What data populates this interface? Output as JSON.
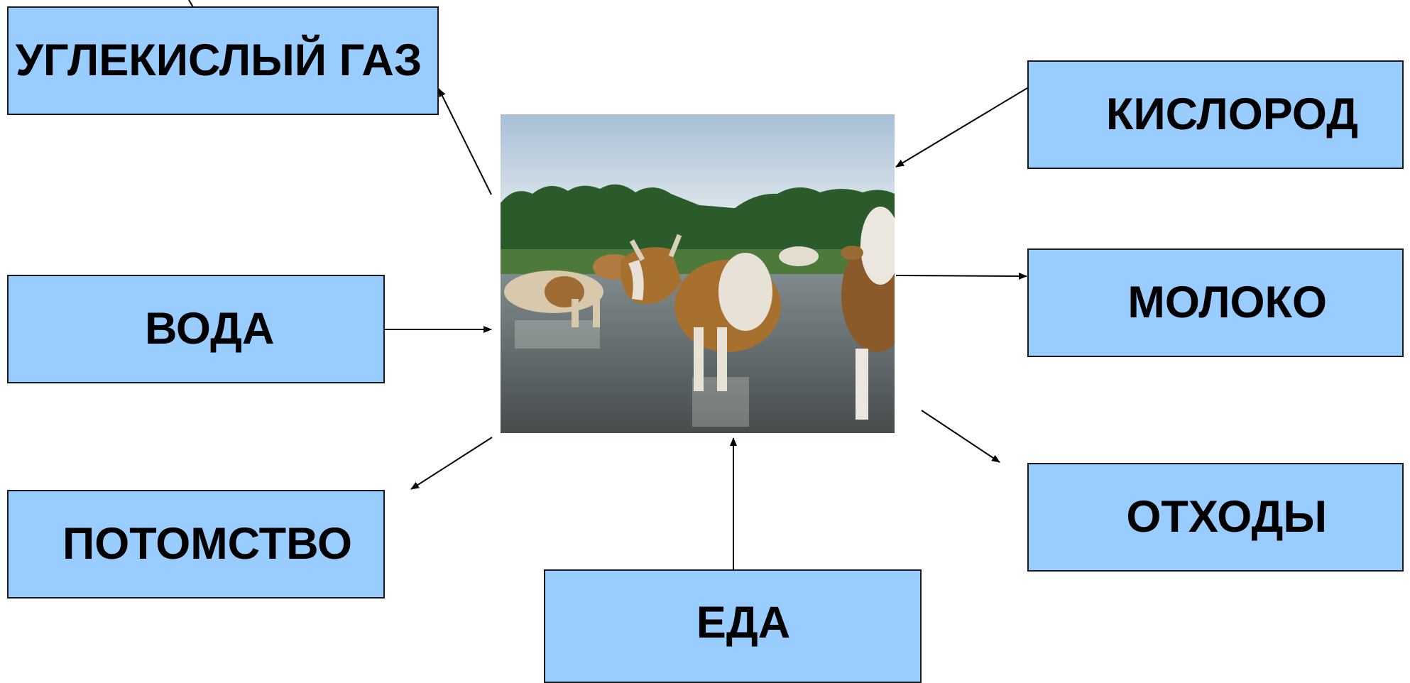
{
  "boxes": {
    "carbon_dioxide": "УГЛЕКИСЛЫЙ ГАЗ",
    "oxygen": "КИСЛОРОД",
    "water": "ВОДА",
    "milk": "МОЛОКО",
    "offspring": "ПОТОМСТВО",
    "waste": "ОТХОДЫ",
    "food": "ЕДА"
  },
  "photo": {
    "subject": "cows standing in river water"
  },
  "colors": {
    "box_fill": "#99ccff",
    "box_border": "#1a1a1a",
    "arrow": "#000000",
    "sky": "#b8cde0",
    "trees": "#2b5a2b",
    "water": "#5d6466",
    "cow_brown": "#a8702f",
    "cow_white": "#e8e2d6"
  }
}
